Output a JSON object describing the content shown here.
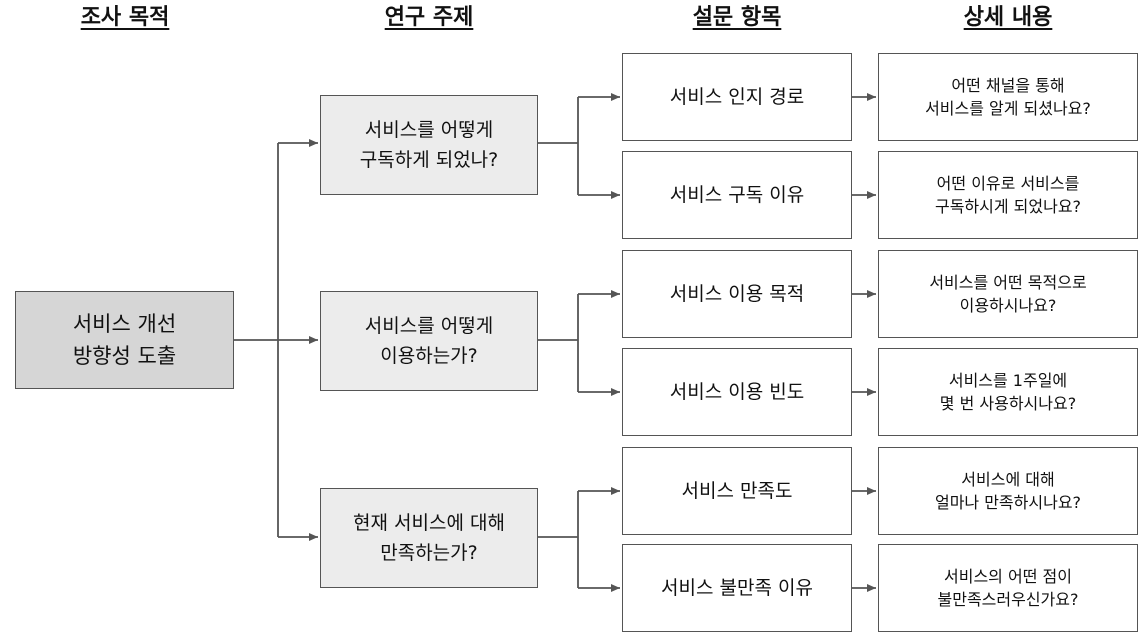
{
  "headers": {
    "purpose": "조사 목적",
    "topic": "연구 주제",
    "item": "설문 항목",
    "detail": "상세 내용"
  },
  "root": {
    "label": "서비스 개선\n방향성 도출"
  },
  "topics": [
    {
      "label": "서비스를 어떻게\n구독하게 되었나?"
    },
    {
      "label": "서비스를 어떻게\n이용하는가?"
    },
    {
      "label": "현재 서비스에 대해\n만족하는가?"
    }
  ],
  "items": [
    {
      "label": "서비스 인지 경로",
      "detail": "어떤 채널을 통해\n서비스를 알게 되셨나요?"
    },
    {
      "label": "서비스 구독 이유",
      "detail": "어떤 이유로 서비스를\n구독하시게 되었나요?"
    },
    {
      "label": "서비스 이용 목적",
      "detail": "서비스를 어떤 목적으로\n이용하시나요?"
    },
    {
      "label": "서비스 이용 빈도",
      "detail": "서비스를 1주일에\n몇 번 사용하시나요?"
    },
    {
      "label": "서비스 만족도",
      "detail": "서비스에 대해\n얼마나 만족하시나요?"
    },
    {
      "label": "서비스 불만족 이유",
      "detail": "서비스의 어떤 점이\n불만족스러우신가요?"
    }
  ],
  "colors": {
    "line": "#555555",
    "root_fill": "#d6d6d6",
    "topic_fill": "#ececec",
    "item_fill": "#ffffff"
  }
}
